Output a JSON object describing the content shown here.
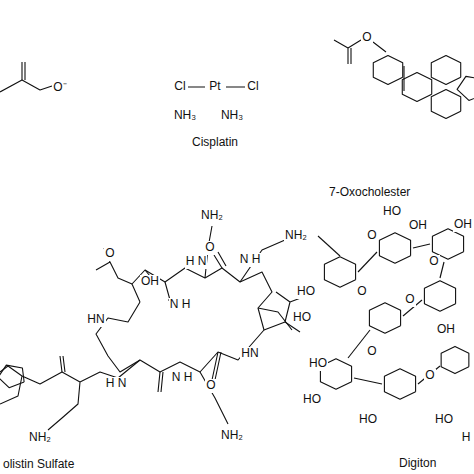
{
  "diagram": {
    "labels": [
      "O⁻",
      "Cl",
      "Pt",
      "Cl",
      "NH₃",
      "NH₃",
      "Cisplatin",
      "O",
      "7-Oxocholester",
      "NH₂",
      "NH₂",
      "OH",
      "O",
      "N H",
      "H N",
      "N H",
      "HN",
      "HN",
      "O",
      "H N",
      "N H",
      "O",
      "NH₂",
      "NH₂",
      "olistin Sulfate",
      "O",
      "OH",
      "O",
      "HO",
      "OH",
      "HO",
      "O",
      "HO",
      "O",
      "HO",
      "OH",
      "O",
      "HO",
      "O",
      "HO",
      "HO",
      "H",
      "Digiton"
    ]
  }
}
